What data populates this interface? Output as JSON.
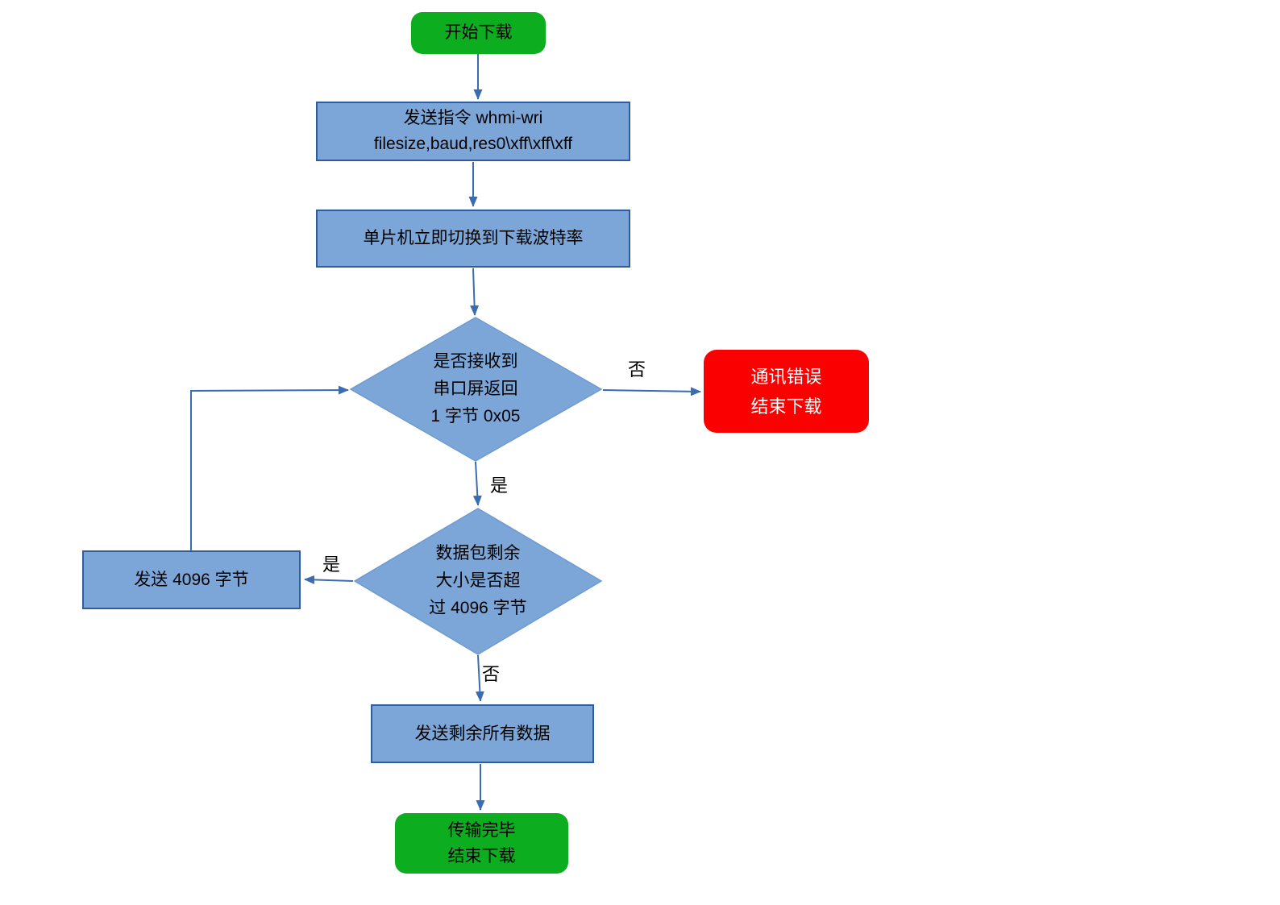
{
  "nodes": {
    "start": {
      "label": "开始下载"
    },
    "send_command": {
      "lines": [
        "发送指令 whmi-wri",
        "filesize,baud,res0\\xff\\xff\\xff"
      ]
    },
    "switch_baud": {
      "label": "单片机立即切换到下载波特率"
    },
    "check_received": {
      "lines": [
        "是否接收到",
        "串口屏返回",
        "1 字节 0x05"
      ]
    },
    "comm_error": {
      "lines": [
        "通讯错误",
        "结束下载"
      ]
    },
    "check_size": {
      "lines": [
        "数据包剩余",
        "大小是否超",
        "过 4096 字节"
      ]
    },
    "send_4096": {
      "label": "发送 4096 字节"
    },
    "send_remaining": {
      "label": "发送剩余所有数据"
    },
    "end": {
      "lines": [
        "传输完毕",
        "结束下载"
      ]
    }
  },
  "edge_labels": {
    "received_no": "否",
    "received_yes": "是",
    "size_yes": "是",
    "size_no": "否"
  },
  "colors": {
    "process_fill": "#7ca6d8",
    "process_border": "#2e5c9e",
    "terminal_green": "#0cad1f",
    "error_red": "#fb0000",
    "connector": "#3a6cb0",
    "text_dark": "#000000",
    "text_light": "#ffffff"
  }
}
